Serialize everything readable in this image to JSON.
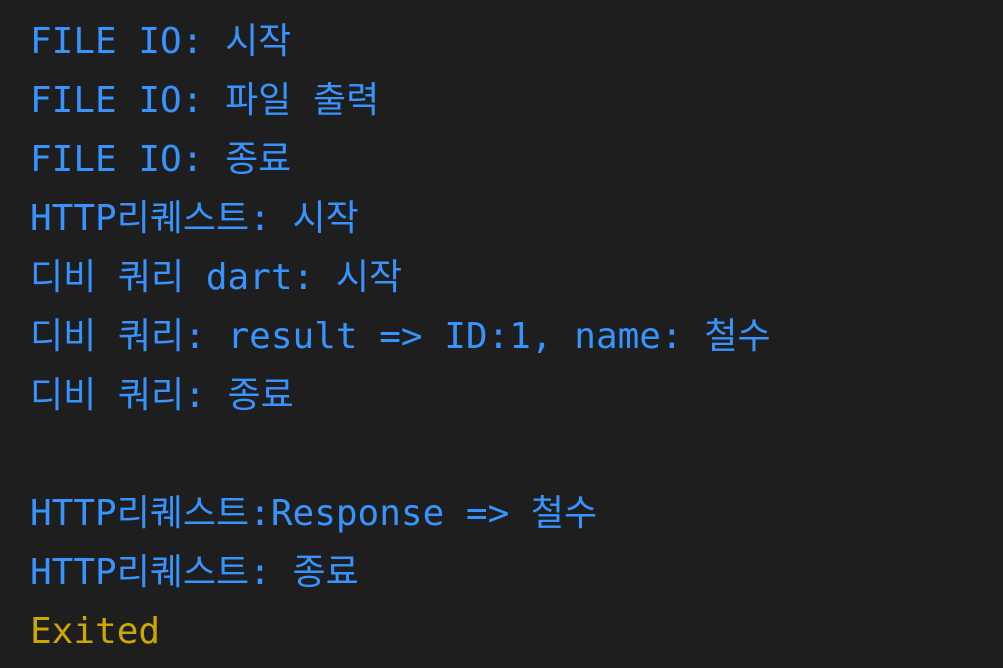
{
  "colors": {
    "background": "#1e1e1e",
    "output_text": "#3794ff",
    "exit_text": "#cca700"
  },
  "console": {
    "lines": [
      "FILE IO: 시작",
      "FILE IO: 파일 출력",
      "FILE IO: 종료",
      "HTTP리퀘스트: 시작",
      "디비 쿼리 dart: 시작",
      "디비 쿼리: result => ID:1, name: 철수",
      "디비 쿼리: 종료",
      "",
      "HTTP리퀘스트:Response => 철수",
      "HTTP리퀘스트: 종료"
    ],
    "exit_status": "Exited"
  }
}
